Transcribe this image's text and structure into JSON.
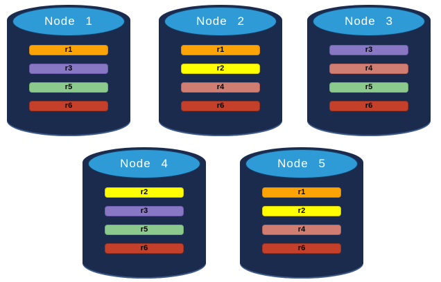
{
  "diagram": {
    "kind": "database-replica-distribution",
    "background_color": "#FFFFFF"
  },
  "palette": {
    "cylinder_body": "#1B2B4E",
    "cylinder_cap": "#2E9BD6",
    "cap_text_color": "#FFFFFF",
    "bar_text_color": "#000000"
  },
  "replica_colors": {
    "r1": {
      "fill": "#FCA306",
      "border": "#D8890A"
    },
    "r2": {
      "fill": "#FFFF00",
      "border": "#CFC90A"
    },
    "r3": {
      "fill": "#8878C3",
      "border": "#6C5CAB"
    },
    "r4": {
      "fill": "#CF7E71",
      "border": "#B26258"
    },
    "r5": {
      "fill": "#8CC98C",
      "border": "#6FAE6F"
    },
    "r6": {
      "fill": "#C4402A",
      "border": "#9E3221"
    }
  },
  "nodes": [
    {
      "label": "Node 1",
      "replicas": [
        "r1",
        "r3",
        "r5",
        "r6"
      ]
    },
    {
      "label": "Node 2",
      "replicas": [
        "r1",
        "r2",
        "r4",
        "r6"
      ]
    },
    {
      "label": "Node 3",
      "replicas": [
        "r3",
        "r4",
        "r5",
        "r6"
      ]
    },
    {
      "label": "Node 4",
      "replicas": [
        "r2",
        "r3",
        "r5",
        "r6"
      ]
    },
    {
      "label": "Node 5",
      "replicas": [
        "r1",
        "r2",
        "r4",
        "r6"
      ]
    }
  ]
}
